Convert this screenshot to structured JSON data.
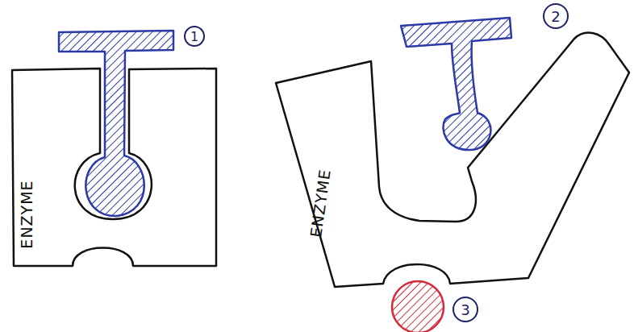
{
  "diagram": {
    "nodes": [
      {
        "text": [
          "1"
        ]
      },
      {
        "text": [
          "2"
        ]
      },
      {
        "text": [
          "ENZYME"
        ]
      },
      {
        "text": [
          "ENZYME"
        ]
      },
      {
        "text": [
          "3"
        ]
      }
    ]
  }
}
